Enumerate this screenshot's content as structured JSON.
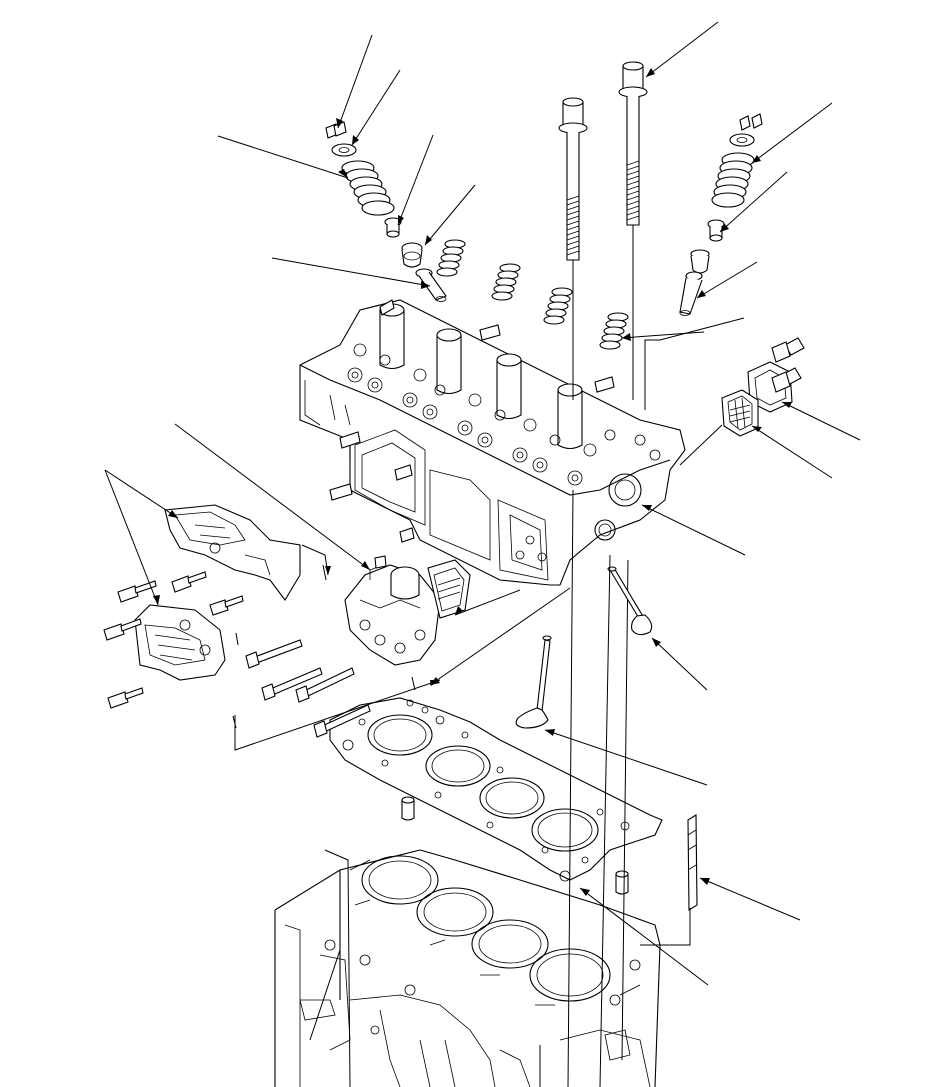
{
  "figure": {
    "background": "#ffffff",
    "line_color": "#000000"
  },
  "parts": [
    {
      "id": "valve-keeper"
    },
    {
      "id": "valve-spring-retainer"
    },
    {
      "id": "valve-spring"
    },
    {
      "id": "valve-spring-seat"
    },
    {
      "id": "valve-stem-seal"
    },
    {
      "id": "valve-guide"
    },
    {
      "id": "cylinder-head-bolt-short"
    },
    {
      "id": "cylinder-head-bolt-long"
    },
    {
      "id": "cylinder-head"
    },
    {
      "id": "rocker-arm-oil-control-valve"
    },
    {
      "id": "filter-screen"
    },
    {
      "id": "head-gasket"
    },
    {
      "id": "dowel-pin"
    },
    {
      "id": "intake-valve"
    },
    {
      "id": "exhaust-valve"
    },
    {
      "id": "engine-block"
    },
    {
      "id": "lifting-bracket"
    },
    {
      "id": "oil-pressure-switch-bracket"
    },
    {
      "id": "oil-control-orifice"
    }
  ]
}
